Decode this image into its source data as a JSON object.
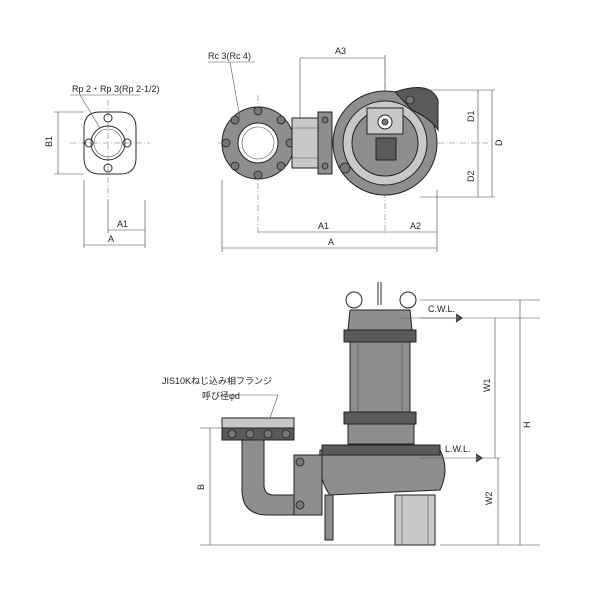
{
  "labels": {
    "side_thread": "Rp 2・Rp 3(Rp 2-1/2)",
    "side_b1": "B1",
    "side_a1": "A1",
    "side_a": "A",
    "top_rc": "Rc 3(Rc 4)",
    "top_a3": "A3",
    "top_d1": "D1",
    "top_d": "D",
    "top_d2": "D2",
    "top_a1": "A1",
    "top_a2": "A2",
    "top_a": "A",
    "cwl": "C.W.L.",
    "lwl": "L.W.L.",
    "flange_line1": "JIS10Kねじ込み相フランジ",
    "flange_line2": "呼び径φd",
    "front_b": "B",
    "front_w1": "W1",
    "front_w2": "W2",
    "front_h": "H"
  }
}
